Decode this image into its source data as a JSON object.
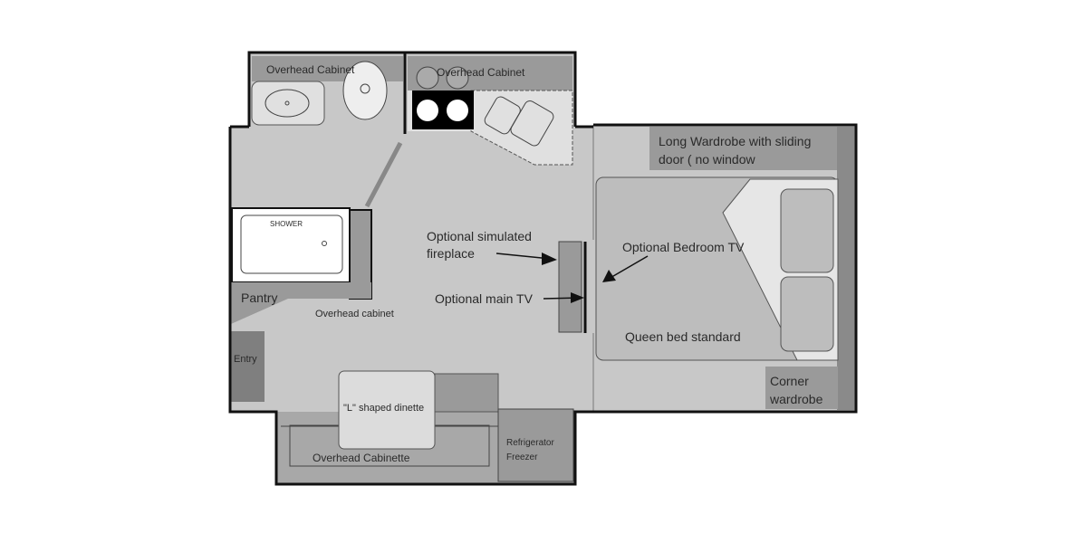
{
  "floorplan": {
    "labels": {
      "bath_overhead": "Overhead Cabinet",
      "kitchen_overhead": "Overhead Cabinet",
      "shower": "SHOWER",
      "pantry": "Pantry",
      "overhead_cabinet_lower": "Overhead cabinet",
      "entry": "Entry",
      "dinette": "\"L\" shaped dinette",
      "overhead_cabinette": "Overhead Cabinette",
      "refrigerator_1": "Refrigerator",
      "refrigerator_2": "Freezer",
      "fireplace_1": "Optional simulated",
      "fireplace_2": "fireplace",
      "main_tv": "Optional main TV",
      "bedroom_tv": "Optional Bedroom TV",
      "queen_bed": "Queen bed standard",
      "wardrobe_1": "Long Wardrobe  with sliding",
      "wardrobe_2": "door ( no window",
      "corner_wardrobe_1": "Corner",
      "corner_wardrobe_2": "wardrobe"
    },
    "colors": {
      "floor": "#c8c8c8",
      "cabinet": "#9a9a9a",
      "dark_cabinet": "#7f7f7f",
      "light": "#e0e0e0",
      "wall": "#111111"
    }
  }
}
